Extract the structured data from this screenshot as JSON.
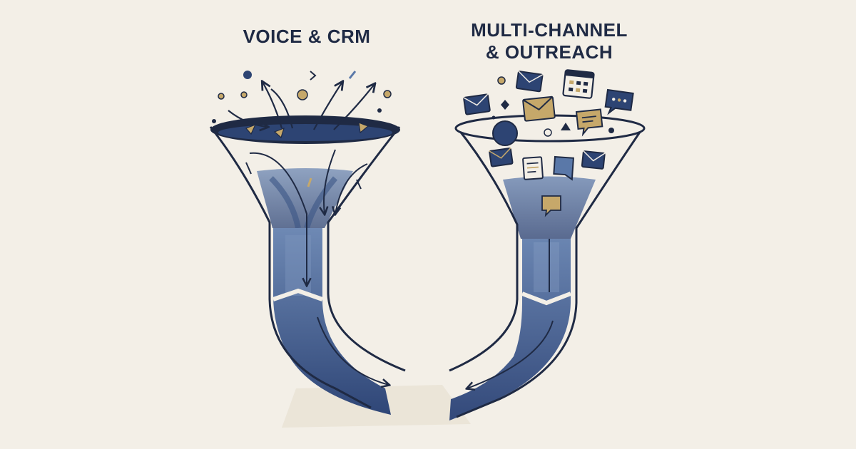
{
  "left": {
    "title": "VOICE & CRM"
  },
  "right": {
    "title_lines": [
      "MULTI-CHANNEL",
      "& OUTREACH"
    ]
  },
  "colors": {
    "navy": "#1f2a44",
    "blue": "#2d4473",
    "steel": "#5a78a8",
    "gold": "#c6a86a",
    "paper": "#f3efe7"
  },
  "icons": [
    "mail-icon",
    "calendar-icon",
    "chat-bubble-icon",
    "document-icon",
    "arrow-icon",
    "dot-icon",
    "spark-icon"
  ]
}
